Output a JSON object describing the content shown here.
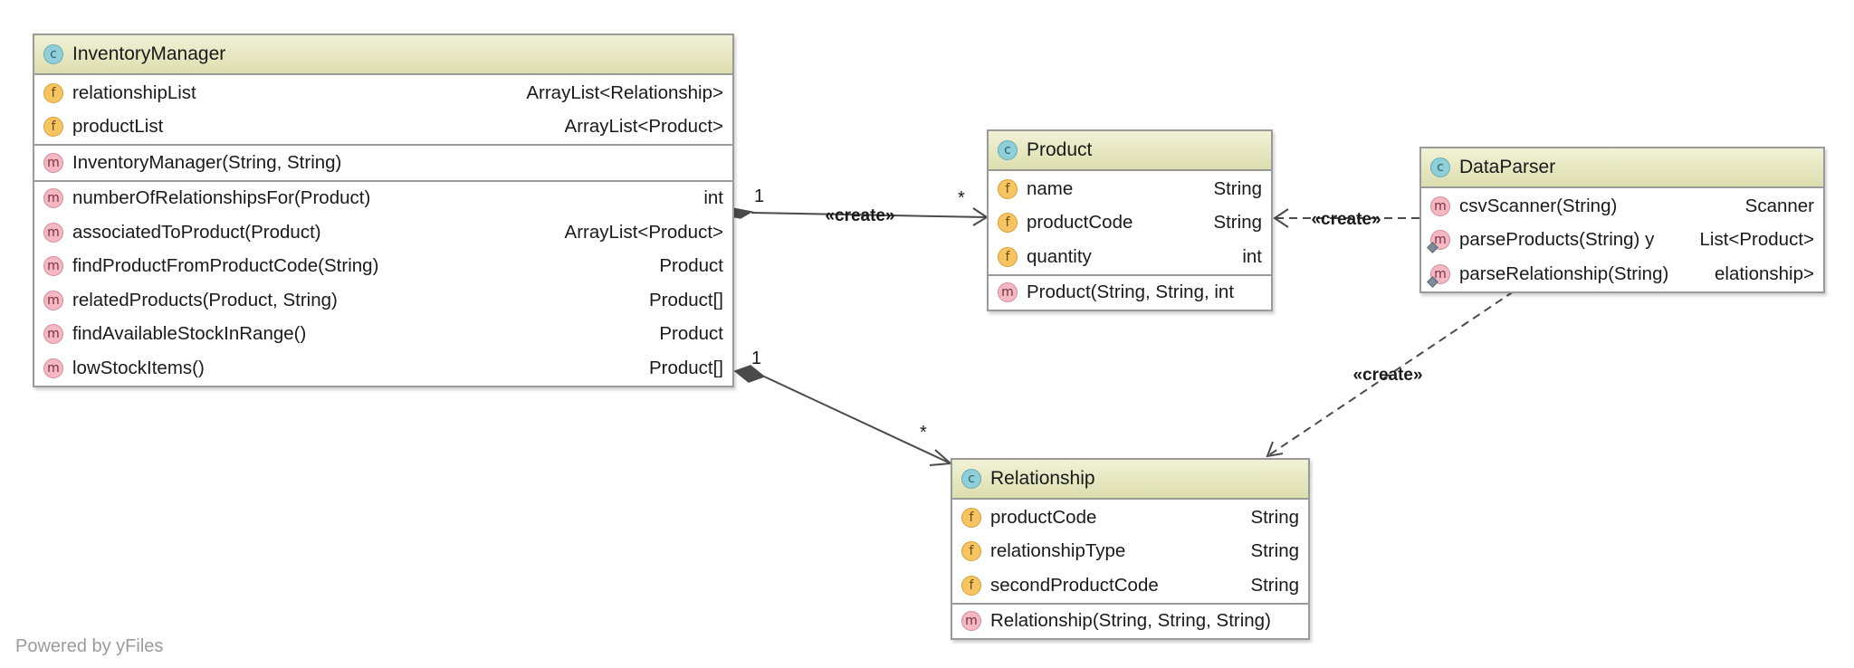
{
  "classes": {
    "inventory_manager": {
      "kind": "C",
      "name": "InventoryManager",
      "fields": [
        {
          "kind": "f",
          "name": "relationshipList",
          "type": "ArrayList<Relationship>"
        },
        {
          "kind": "f",
          "name": "productList",
          "type": "ArrayList<Product>"
        }
      ],
      "constructors": [
        {
          "kind": "m",
          "name": "InventoryManager(String, String)",
          "type": ""
        }
      ],
      "methods": [
        {
          "kind": "m",
          "name": "numberOfRelationshipsFor(Product)",
          "type": "int"
        },
        {
          "kind": "m",
          "name": "associatedToProduct(Product)",
          "type": "ArrayList<Product>"
        },
        {
          "kind": "m",
          "name": "findProductFromProductCode(String)",
          "type": "Product"
        },
        {
          "kind": "m",
          "name": "relatedProducts(Product, String)",
          "type": "Product[]"
        },
        {
          "kind": "m",
          "name": "findAvailableStockInRange()",
          "type": "Product"
        },
        {
          "kind": "m",
          "name": "lowStockItems()",
          "type": "Product[]"
        }
      ]
    },
    "product": {
      "kind": "C",
      "name": "Product",
      "fields": [
        {
          "kind": "f",
          "name": "name",
          "type": "String"
        },
        {
          "kind": "f",
          "name": "productCode",
          "type": "String"
        },
        {
          "kind": "f",
          "name": "quantity",
          "type": "int"
        }
      ],
      "constructors": [
        {
          "kind": "m",
          "name": "Product(String, String, int",
          "type": ""
        }
      ]
    },
    "data_parser": {
      "kind": "C",
      "name": "DataParser",
      "methods": [
        {
          "kind": "m",
          "name": "csvScanner(String)",
          "type": "Scanner"
        },
        {
          "kind": "m",
          "name": "parseProducts(String) y",
          "type": "List<Product>"
        },
        {
          "kind": "m",
          "name": "parseRelationship(String)",
          "type": "elationship>"
        }
      ]
    },
    "relationship": {
      "kind": "C",
      "name": "Relationship",
      "fields": [
        {
          "kind": "f",
          "name": "productCode",
          "type": "String"
        },
        {
          "kind": "f",
          "name": "relationshipType",
          "type": "String"
        },
        {
          "kind": "f",
          "name": "secondProductCode",
          "type": "String"
        }
      ],
      "constructors": [
        {
          "kind": "m",
          "name": "Relationship(String, String, String)",
          "type": ""
        }
      ]
    }
  },
  "edges": {
    "im_to_product": {
      "label": "«create»",
      "source_mult": "1",
      "target_mult": "*"
    },
    "im_to_relationship": {
      "source_mult": "1",
      "target_mult": "*"
    },
    "parser_to_product": {
      "label": "«create»"
    },
    "parser_to_relationship": {
      "label": "«create»"
    }
  },
  "colors": {
    "line": "#4a4a4a",
    "header_top": "#f1f2d6",
    "header_bottom": "#dcdeae",
    "border": "#9a9a9a"
  },
  "watermark": "Powered by yFiles"
}
